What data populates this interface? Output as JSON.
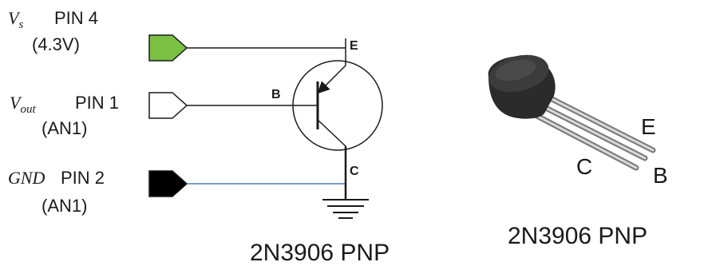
{
  "inputs": [
    {
      "var_main": "V",
      "var_sub": "s",
      "pin": "PIN 4",
      "sub_label": "(4.3V)",
      "color": "#7ac143"
    },
    {
      "var_main": "V",
      "var_sub": "out",
      "pin": "PIN 1",
      "sub_label": "(AN1)",
      "color": "#ffffff"
    },
    {
      "var_main": "GND",
      "var_sub": "",
      "pin": "PIN 2",
      "sub_label": "(AN1)",
      "color": "#000000"
    }
  ],
  "schematic": {
    "pin_e": "E",
    "pin_b": "B",
    "pin_c": "C",
    "caption": "2N3906 PNP",
    "gnd_wire_color": "#4a7fc1"
  },
  "package": {
    "lead_e": "E",
    "lead_c": "C",
    "lead_b": "B",
    "caption": "2N3906 PNP"
  }
}
